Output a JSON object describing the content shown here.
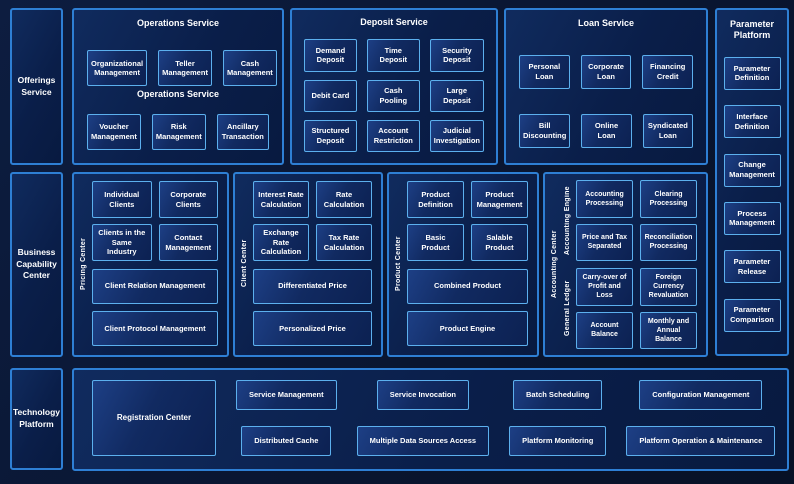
{
  "colors": {
    "background": "#0a1734",
    "panel_border": "#2e7fd4",
    "box_border": "#5cb0ee",
    "text": "#ffffff"
  },
  "sidebars": {
    "offerings": "Offerings Service",
    "business": "Business Capability Center",
    "technology": "Technology Platform"
  },
  "operations": {
    "title": "Operations Service",
    "subtitle": "Operations Service",
    "row1": [
      "Organizational Management",
      "Teller Management",
      "Cash Management"
    ],
    "row2": [
      "Voucher Management",
      "Risk Management",
      "Ancillary Transaction"
    ]
  },
  "deposit": {
    "title": "Deposit Service",
    "boxes": [
      "Demand Deposit",
      "Time Deposit",
      "Security Deposit",
      "Debit Card",
      "Cash Pooling",
      "Large Deposit",
      "Structured Deposit",
      "Account Restriction",
      "Judicial Investigation"
    ]
  },
  "loan": {
    "title": "Loan Service",
    "row1": [
      "Personal Loan",
      "Corporate Loan",
      "Financing Credit"
    ],
    "row2": [
      "Bill Discounting",
      "Online Loan",
      "Syndicated Loan"
    ]
  },
  "parameter_platform": {
    "title": "Parameter Platform",
    "boxes": [
      "Parameter Definition",
      "Interface Definition",
      "Change Management",
      "Process Management",
      "Parameter Release",
      "Parameter Comparison"
    ]
  },
  "pricing_center": {
    "label": "Pricing Center",
    "grid": [
      "Individual Clients",
      "Corporate Clients",
      "Clients in the Same Industry",
      "Contact Management"
    ],
    "wide": [
      "Client Relation Management",
      "Client Protocol Management"
    ]
  },
  "client_center": {
    "label": "Client Center",
    "grid": [
      "Interest Rate Calculation",
      "Rate Calculation",
      "Exchange Rate Calculation",
      "Tax Rate Calculation"
    ],
    "wide": [
      "Differentiated Price",
      "Personalized Price"
    ]
  },
  "product_center": {
    "label": "Product Center",
    "grid": [
      "Product Definition",
      "Product Management",
      "Basic Product",
      "Salable Product"
    ],
    "wide": [
      "Combined Product",
      "Product Engine"
    ]
  },
  "accounting_center": {
    "label": "Accounting Center",
    "groups": [
      {
        "label": "Accounting Engine",
        "boxes": [
          "Accounting Processing",
          "Clearing Processing",
          "Price and Tax Separated",
          "Reconciliation Processing"
        ]
      },
      {
        "label": "General Ledger",
        "boxes": [
          "Carry-over of Profit and Loss",
          "Foreign Currency Revaluation",
          "Account Balance",
          "Monthly and Annual Balance"
        ]
      }
    ]
  },
  "technology": {
    "registration": "Registration Center",
    "row1": [
      "Service Management",
      "Service Invocation",
      "Batch Scheduling",
      "Configuration Management"
    ],
    "row2": [
      "Distributed Cache",
      "Multiple Data Sources Access",
      "Platform Monitoring",
      "Platform Operation & Maintenance"
    ]
  }
}
